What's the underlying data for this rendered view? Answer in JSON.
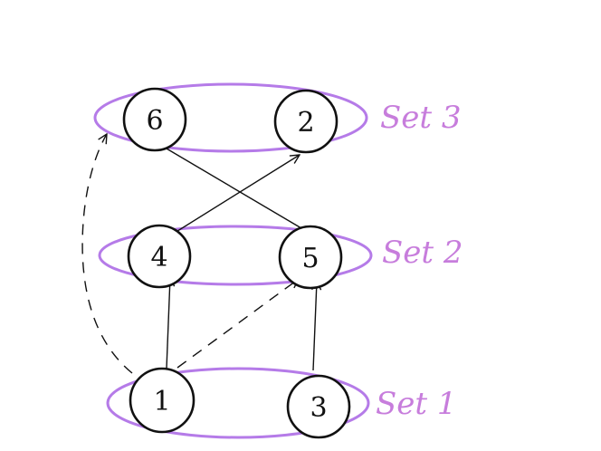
{
  "sets": [
    {
      "id": "set3",
      "label": "Set 3",
      "nodes": [
        "6",
        "2"
      ]
    },
    {
      "id": "set2",
      "label": "Set 2",
      "nodes": [
        "4",
        "5"
      ]
    },
    {
      "id": "set1",
      "label": "Set 1",
      "nodes": [
        "1",
        "3"
      ]
    }
  ],
  "nodes": [
    {
      "id": "6",
      "label": "6"
    },
    {
      "id": "2",
      "label": "2"
    },
    {
      "id": "4",
      "label": "4"
    },
    {
      "id": "5",
      "label": "5"
    },
    {
      "id": "1",
      "label": "1"
    },
    {
      "id": "3",
      "label": "3"
    }
  ],
  "edges": [
    {
      "from": "1",
      "to": "4",
      "style": "solid"
    },
    {
      "from": "3",
      "to": "5",
      "style": "solid"
    },
    {
      "from": "1",
      "to": "5",
      "style": "dashed"
    },
    {
      "from": "1",
      "to": "6",
      "style": "dashed"
    },
    {
      "from": "4",
      "to": "2",
      "style": "solid"
    },
    {
      "from": "5",
      "to": "6",
      "style": "solid"
    }
  ],
  "colors": {
    "set_outline": "#b57be8",
    "set_label": "#c77ddc",
    "ink": "#111111"
  }
}
